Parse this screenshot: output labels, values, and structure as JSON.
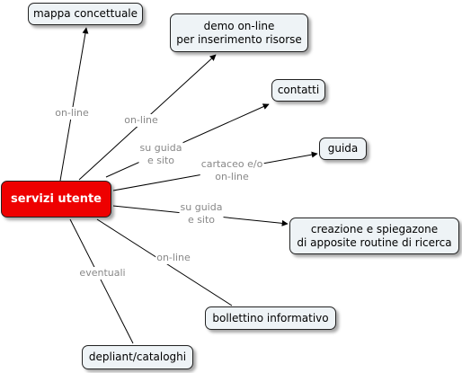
{
  "center": {
    "label": "servizi utente",
    "color": "#ee0000"
  },
  "nodes": [
    {
      "id": "mappa",
      "label": "mappa concettuale"
    },
    {
      "id": "demo",
      "label": "demo on-line\nper inserimento risorse"
    },
    {
      "id": "contatti",
      "label": "contatti"
    },
    {
      "id": "guida",
      "label": "guida"
    },
    {
      "id": "creazione",
      "label": "creazione e spiegazone\ndi apposite routine di ricerca"
    },
    {
      "id": "bollettino",
      "label": "bollettino informativo"
    },
    {
      "id": "depliant",
      "label": "depliant/cataloghi"
    }
  ],
  "links": [
    {
      "to": "mappa",
      "label": "on-line"
    },
    {
      "to": "demo",
      "label": "on-line"
    },
    {
      "to": "contatti",
      "label": "su guida\ne sito"
    },
    {
      "to": "guida",
      "label": "cartaceo e/o\non-line"
    },
    {
      "to": "creazione",
      "label": "su guida\ne sito"
    },
    {
      "to": "bollettino",
      "label": "on-line"
    },
    {
      "to": "depliant",
      "label": "eventuali"
    }
  ]
}
